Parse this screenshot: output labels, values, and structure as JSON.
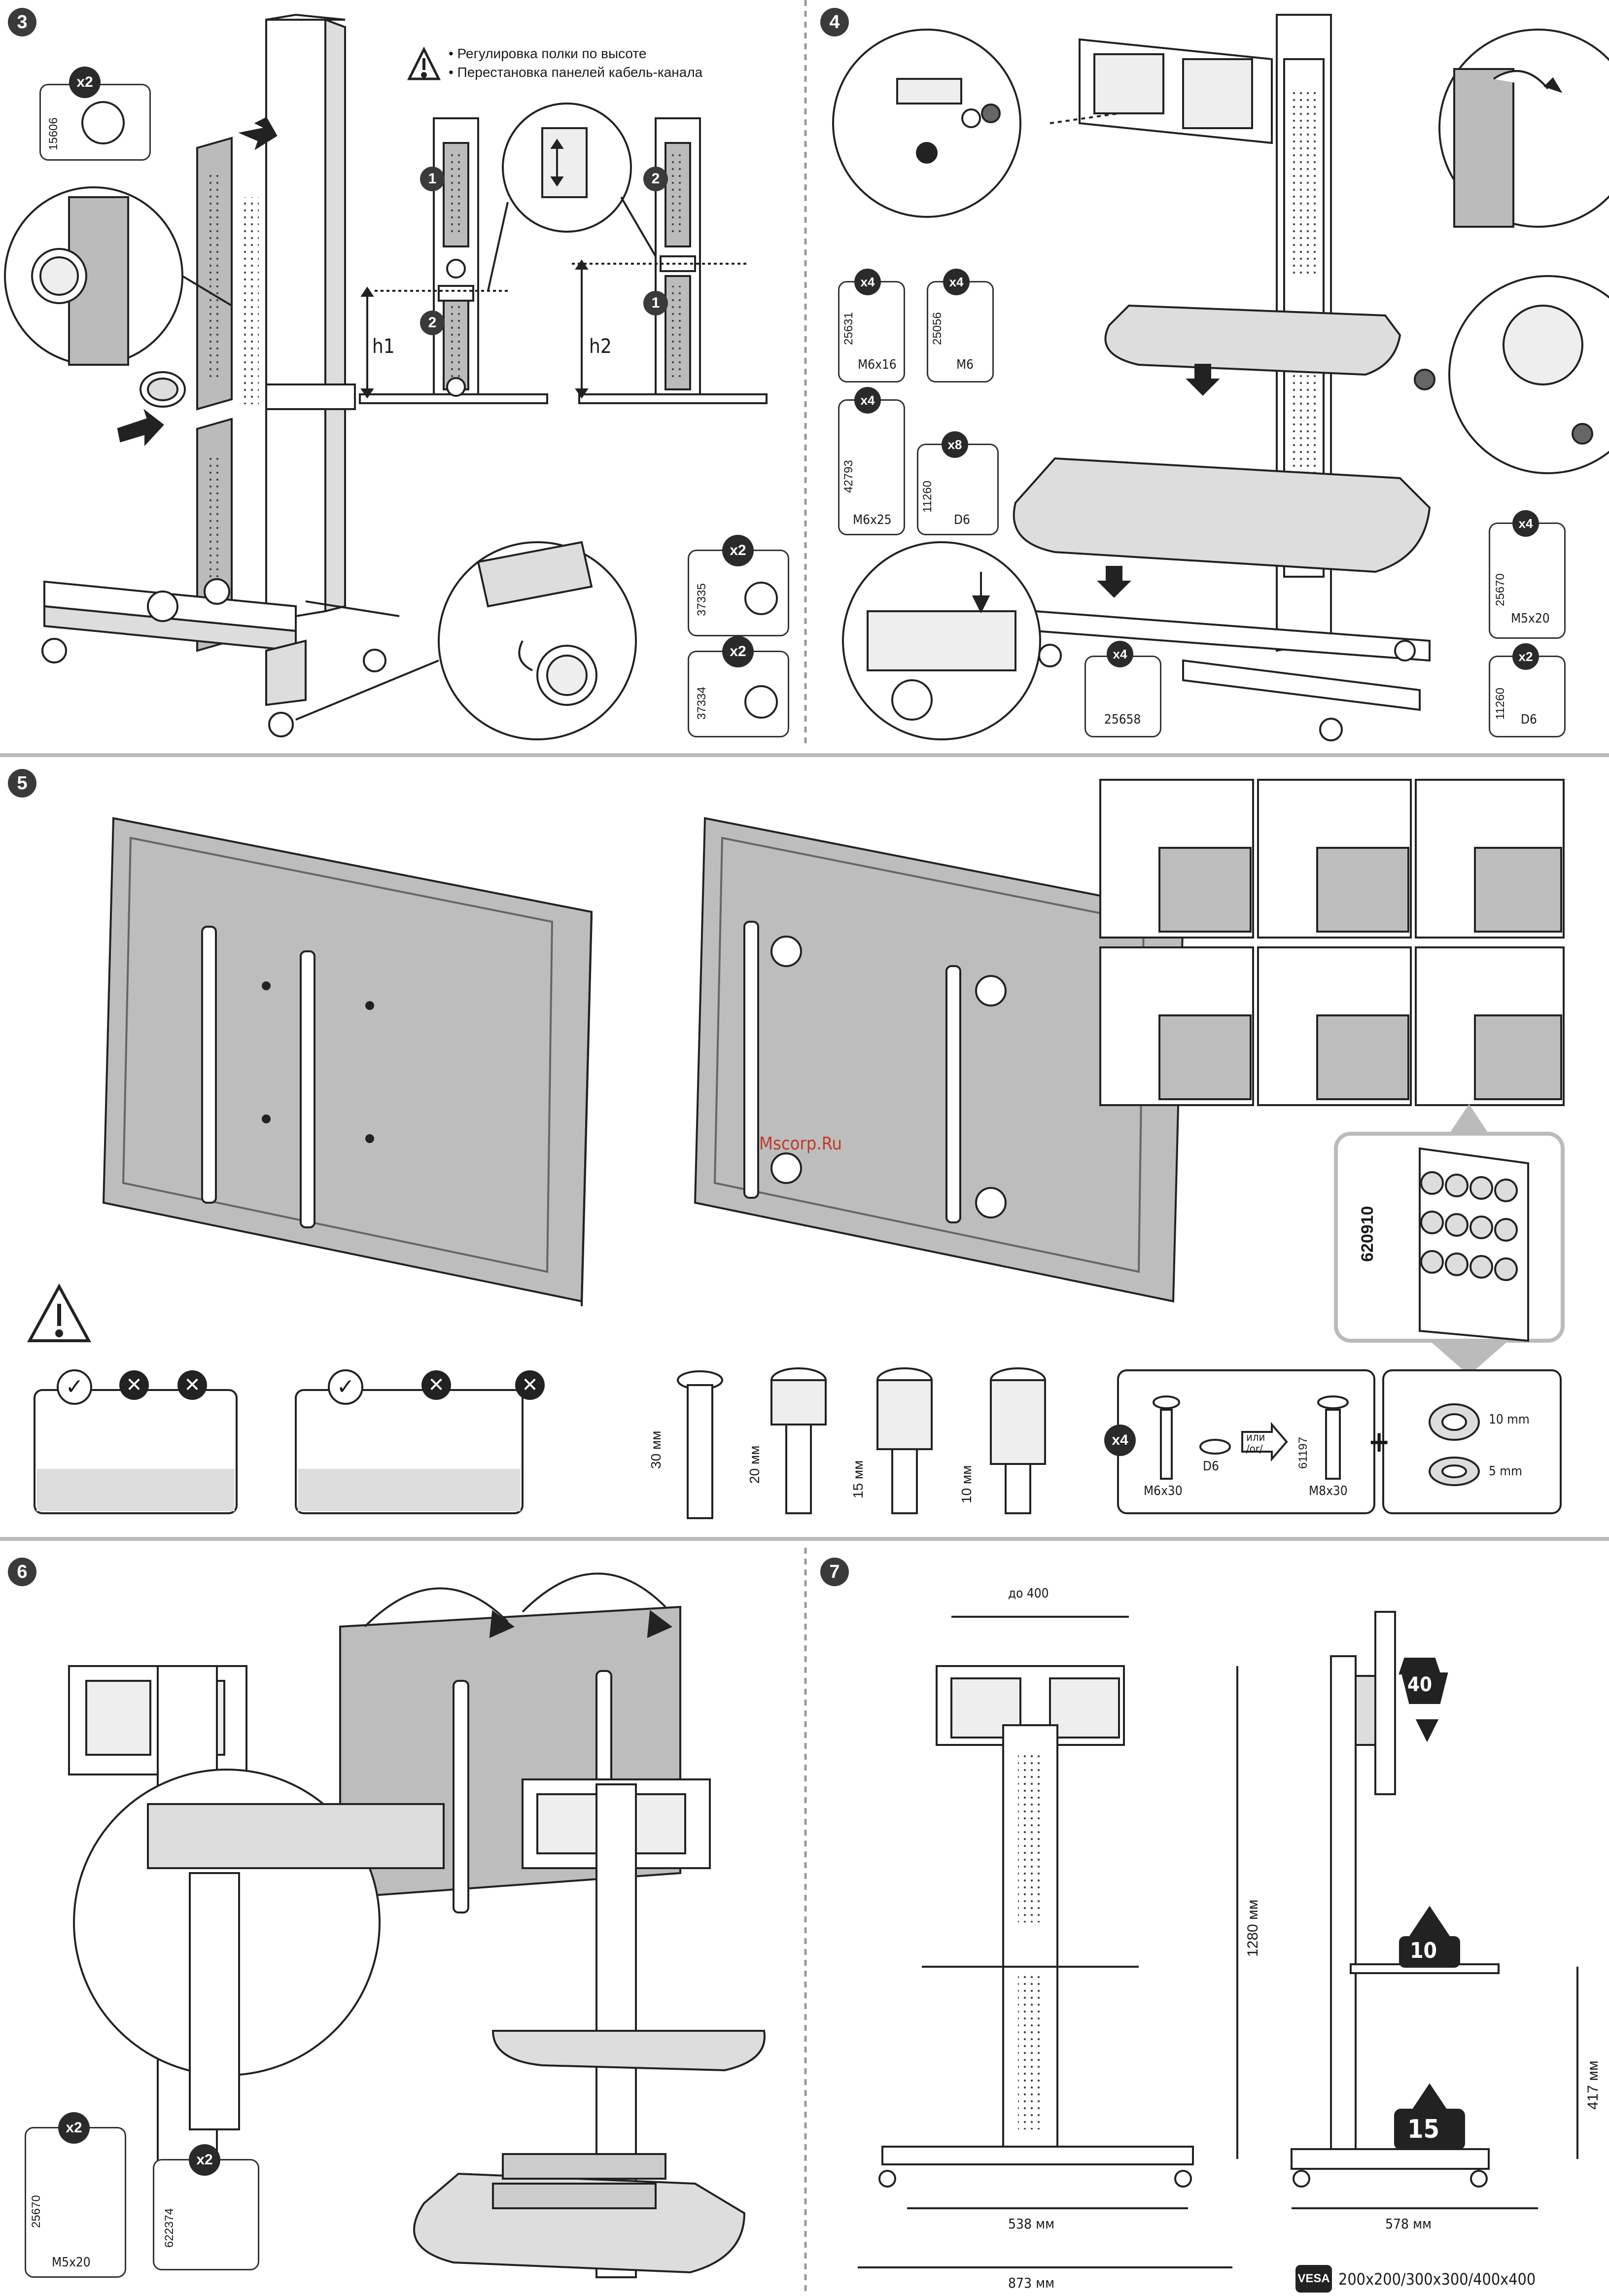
{
  "steps": {
    "s3": "3",
    "s4": "4",
    "s5": "5",
    "s6": "6",
    "s7": "7"
  },
  "step3": {
    "warnings": [
      "Регулировка полки по высоте",
      "Перестановка панелей кабель-канала"
    ],
    "h1": "h1",
    "h2": "h2",
    "num1": "1",
    "num2": "2",
    "part_plug": {
      "qty": "x2",
      "code": "15606"
    },
    "caster_a": {
      "qty": "x2",
      "code": "37335"
    },
    "caster_b": {
      "qty": "x2",
      "code": "37334"
    }
  },
  "step4": {
    "bolt_m6x16": {
      "qty": "x4",
      "code": "25631",
      "size": "M6x16"
    },
    "nut_m6": {
      "qty": "x4",
      "code": "25056",
      "size": "M6"
    },
    "bolt_m6x25": {
      "qty": "x4",
      "code": "42793",
      "size": "M6x25"
    },
    "washer_d6": {
      "qty": "x8",
      "code": "11260",
      "size": "D6"
    },
    "foot": {
      "qty": "x4",
      "code": "25658"
    },
    "screw_m5x20": {
      "qty": "x4",
      "code": "25670",
      "size": "M5x20"
    },
    "washer_d6_b": {
      "qty": "x2",
      "code": "11260",
      "size": "D6"
    }
  },
  "step5": {
    "watermark": "Mscorp.Ru",
    "spacer_kit_code": "620910",
    "lengths": [
      "30 мм",
      "20 мм",
      "15 мм",
      "10 мм"
    ],
    "kit": {
      "qty": "x4",
      "bolt1": "M6x30",
      "washer": "D6",
      "or": "или\n/or/",
      "code": "61197",
      "bolt2": "M8x30"
    },
    "spacer_sizes": [
      "10 mm",
      "5 mm"
    ]
  },
  "step6": {
    "screw": {
      "qty": "x2",
      "code": "25670",
      "size": "M5x20"
    },
    "plate": {
      "qty": "x2",
      "code": "622374"
    }
  },
  "step7": {
    "vesa_width": "до 400",
    "height": "1280 мм",
    "shelf_height": "417 мм",
    "inner_width": "538 мм",
    "base_width": "873 мм",
    "depth": "578 мм",
    "load_tv": "40",
    "load_shelf": "10",
    "load_base": "15",
    "vesa_label": "VESA",
    "vesa_sizes": "200x200/300x300/400x400"
  }
}
